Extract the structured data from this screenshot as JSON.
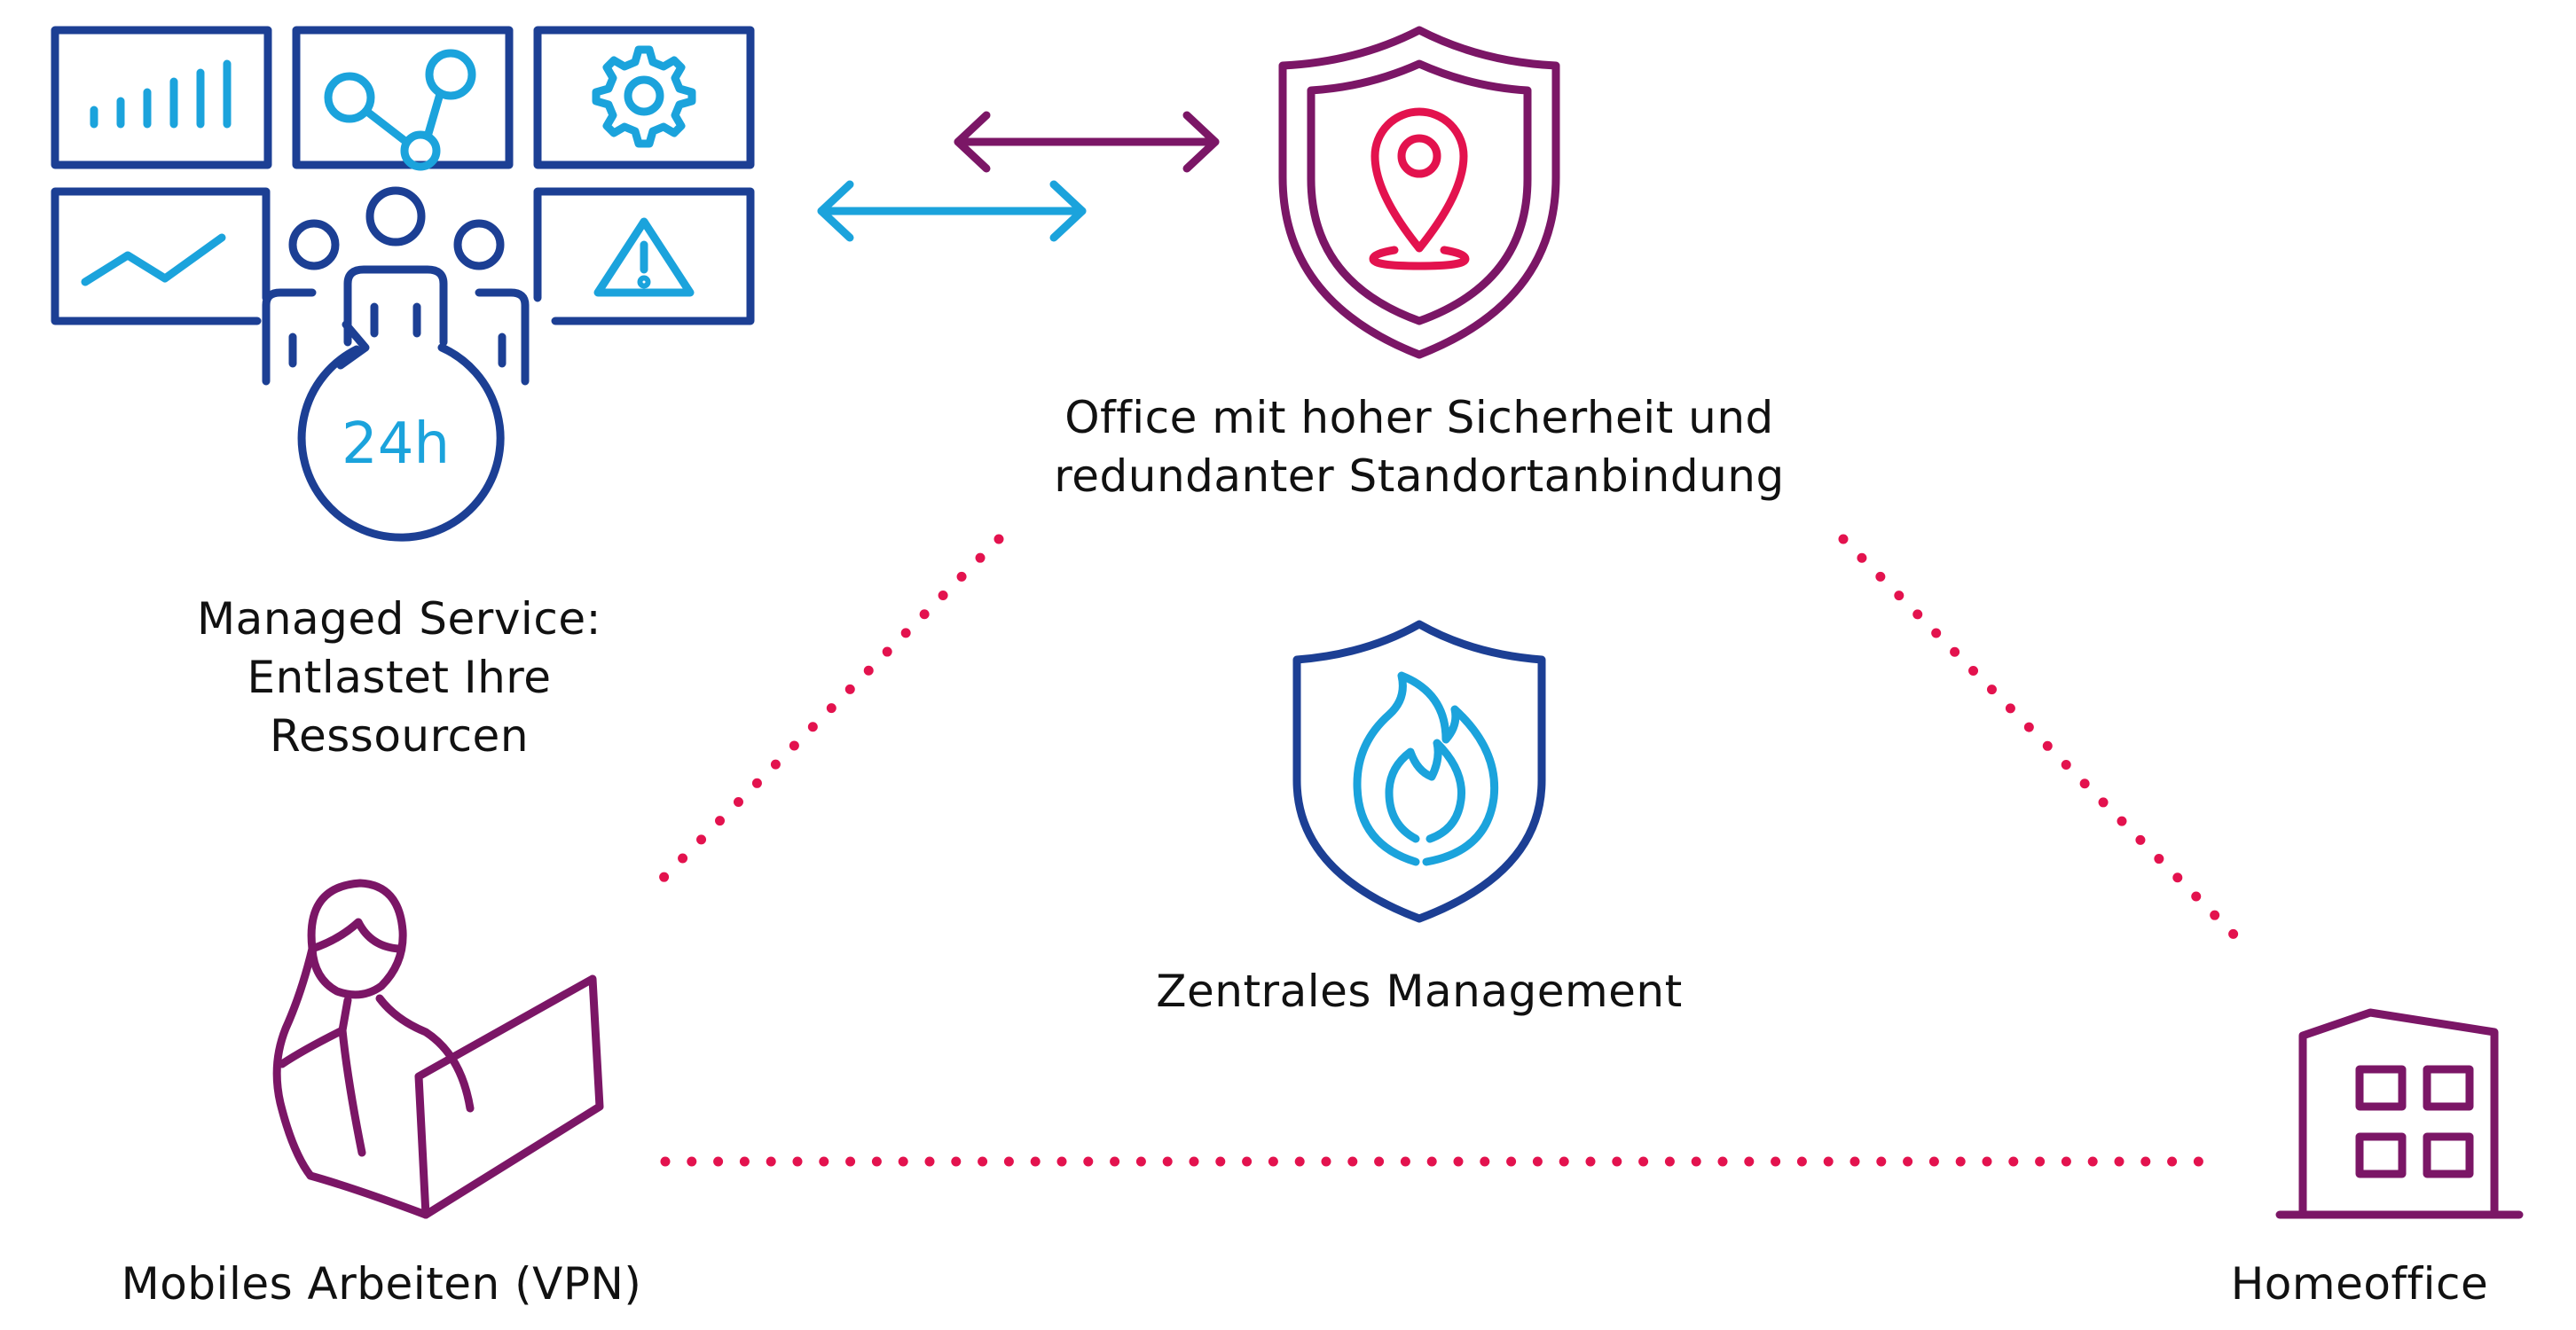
{
  "colors": {
    "navy": "#1c3f94",
    "cyan": "#1ba3dc",
    "purple": "#7b1666",
    "pink": "#e3124e"
  },
  "nodes": {
    "managed_service": {
      "icon": "24h-monitoring-team-icon",
      "badge": "24h",
      "lines": [
        "Managed Service:",
        "Entlastet Ihre",
        "Ressourcen"
      ]
    },
    "office": {
      "icon": "shield-location-pin-icon",
      "lines": [
        "Office mit hoher Sicherheit und",
        "redundanter Standortanbindung"
      ]
    },
    "central": {
      "icon": "shield-flame-firewall-icon",
      "lines": [
        "Zentrales Management"
      ]
    },
    "mobile": {
      "icon": "person-with-laptop-icon",
      "lines": [
        "Mobiles Arbeiten (VPN)"
      ]
    },
    "home": {
      "icon": "building-icon",
      "lines": [
        "Homeoffice"
      ]
    }
  },
  "connections": [
    {
      "from": "office",
      "to": "managed_service",
      "style": "double-arrow",
      "color": "purple"
    },
    {
      "from": "managed_service",
      "to": "office",
      "style": "double-arrow",
      "color": "cyan"
    },
    {
      "from": "office",
      "to": "mobile",
      "style": "dotted",
      "color": "pink"
    },
    {
      "from": "office",
      "to": "home",
      "style": "dotted",
      "color": "pink"
    },
    {
      "from": "mobile",
      "to": "home",
      "style": "dotted",
      "color": "pink"
    }
  ]
}
